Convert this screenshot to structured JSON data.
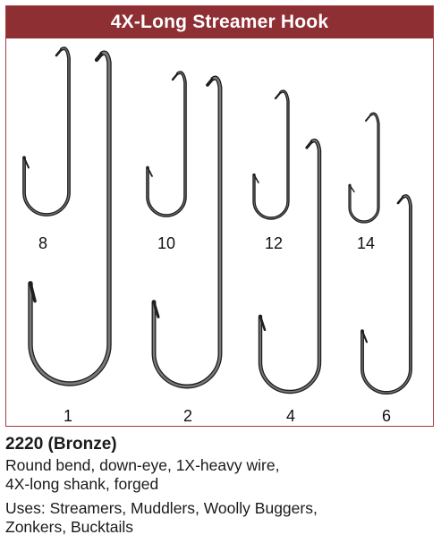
{
  "header": {
    "title": "4X-Long Streamer Hook"
  },
  "hooks": {
    "small_row": [
      {
        "size": "8"
      },
      {
        "size": "10"
      },
      {
        "size": "12"
      },
      {
        "size": "14"
      }
    ],
    "large_row": [
      {
        "size": "1"
      },
      {
        "size": "2"
      },
      {
        "size": "4"
      },
      {
        "size": "6"
      }
    ]
  },
  "product": {
    "model": "2220 (Bronze)",
    "description_line1": "Round bend, down-eye, 1X-heavy wire,",
    "description_line2": "4X-long shank, forged",
    "uses_line1": "Uses: Streamers, Muddlers, Woolly Buggers,",
    "uses_line2": "Zonkers, Bucktails"
  },
  "colors": {
    "title_bar": "#8e2f33",
    "border": "#a83a3a",
    "hook_metal": "#3a3a3a"
  }
}
